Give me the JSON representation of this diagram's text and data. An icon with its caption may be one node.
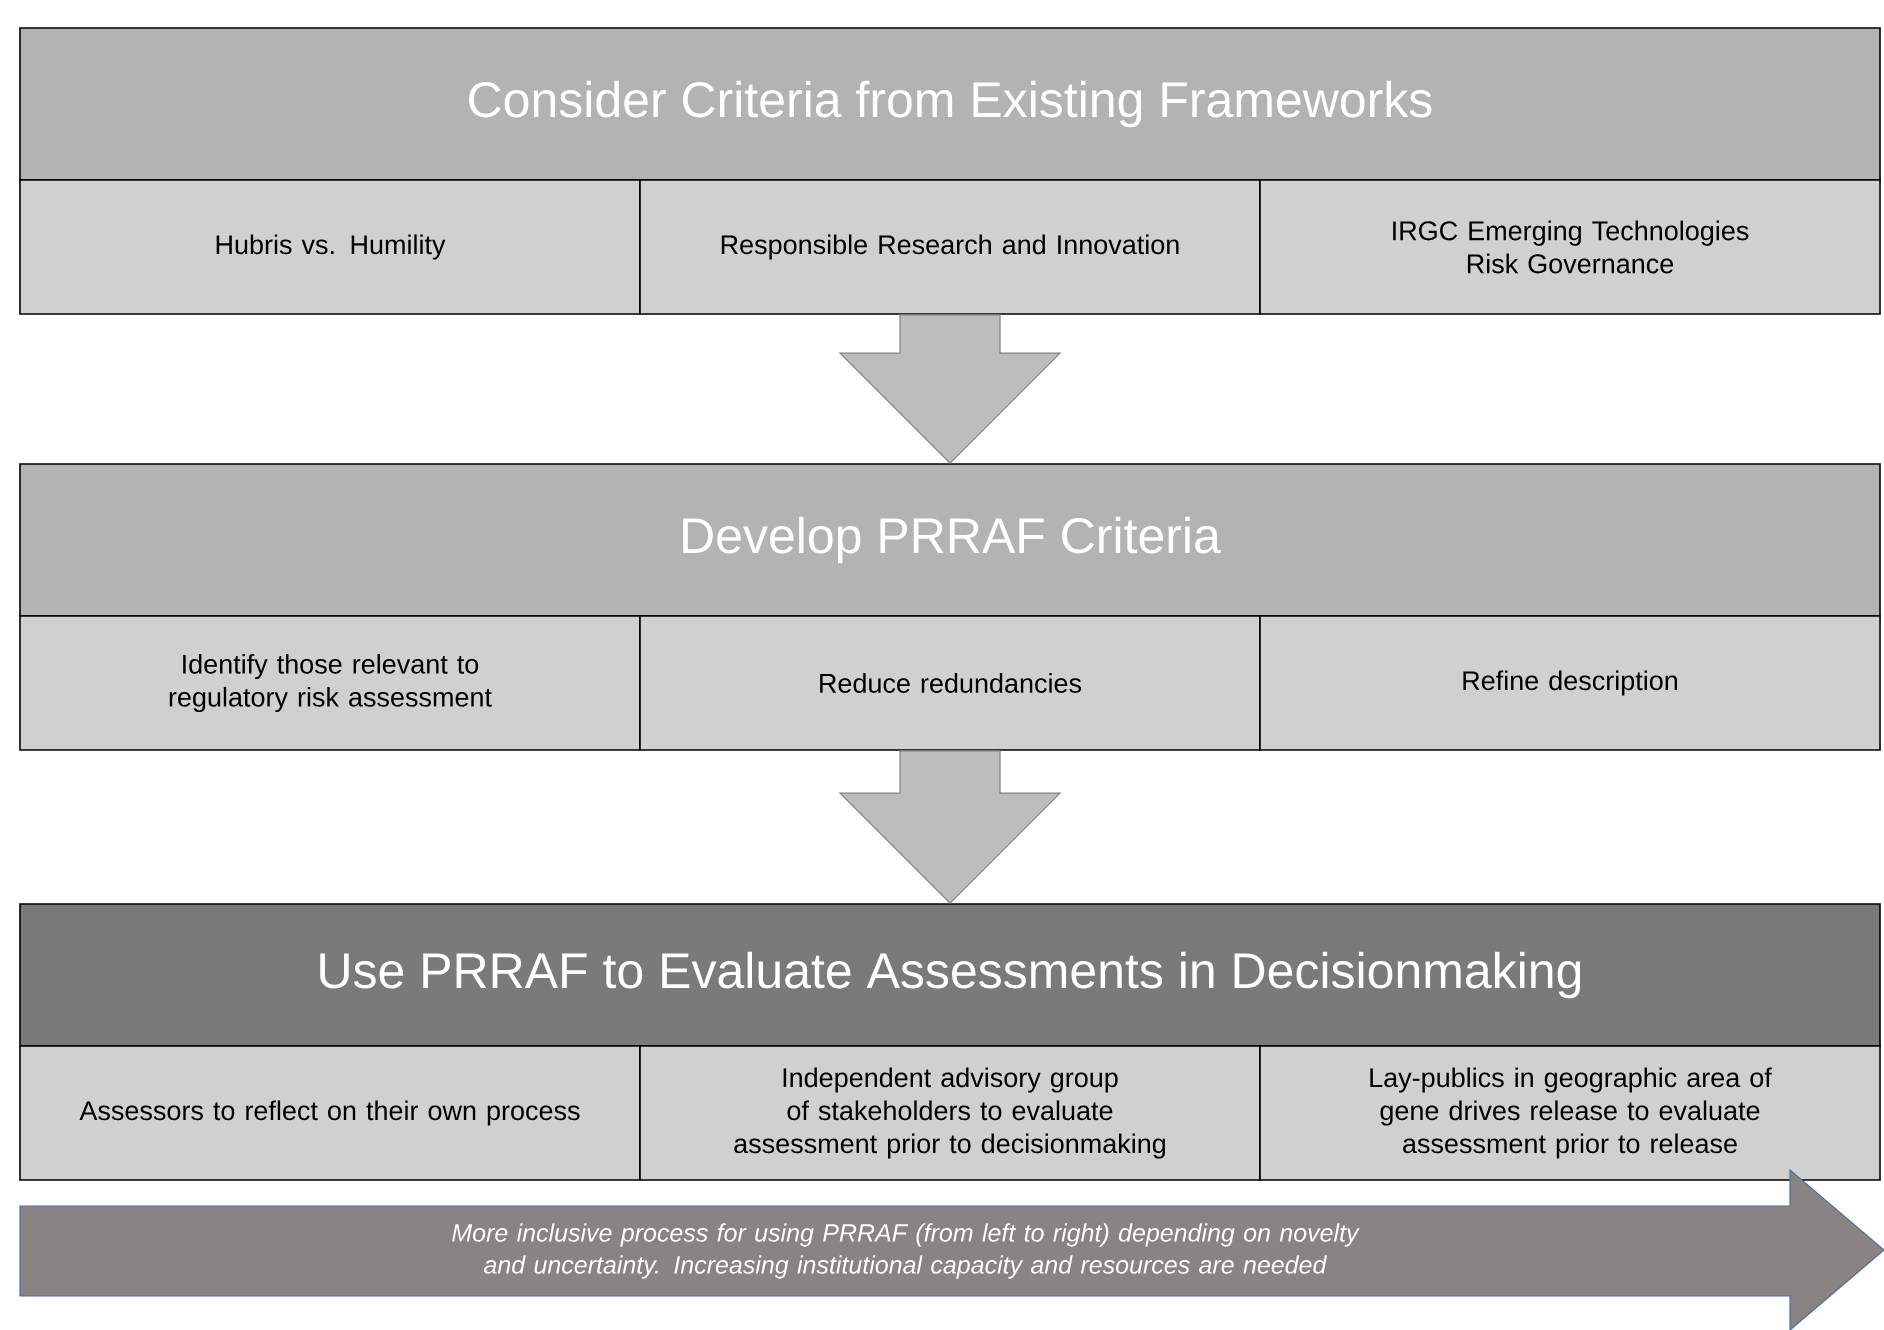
{
  "diagram": {
    "nodes": [
      {
        "text": [
          "Consider Criteria from Existing Frameworks"
        ]
      },
      {
        "text": [
          "Hubris vs. Humility"
        ]
      },
      {
        "text": [
          "Responsible Research and Innovation"
        ]
      },
      {
        "text": [
          "IRGC Emerging Technologies Risk Governance"
        ]
      },
      {
        "text": [
          "Develop PRRAF Criteria"
        ]
      },
      {
        "text": [
          "Identify those relevant to regulatory risk assessment"
        ]
      },
      {
        "text": [
          "Reduce redundancies"
        ]
      },
      {
        "text": [
          "Refine description"
        ]
      },
      {
        "text": [
          "Use  PRRAF to Evaluate Assessments in Decisionmaking"
        ]
      },
      {
        "text": [
          "Assessors to reflect on their own process"
        ]
      },
      {
        "text": [
          "Independent advisory group of stakeholders to evaluate assessment prior to decisionmaking"
        ]
      },
      {
        "text": [
          "Lay-publics in geographic area of gene drives release to evaluate assessment prior to release"
        ]
      },
      {
        "text": [
          "More inclusive process for using PRRAF (from left to right) depending on novelty and uncertainty. Increasing institutional capacity and resources are needed"
        ]
      }
    ],
    "edges": [
      {
        "from": 2,
        "to": 4,
        "arrow": "to"
      },
      {
        "from": 6,
        "to": 8,
        "arrow": "to"
      }
    ]
  }
}
